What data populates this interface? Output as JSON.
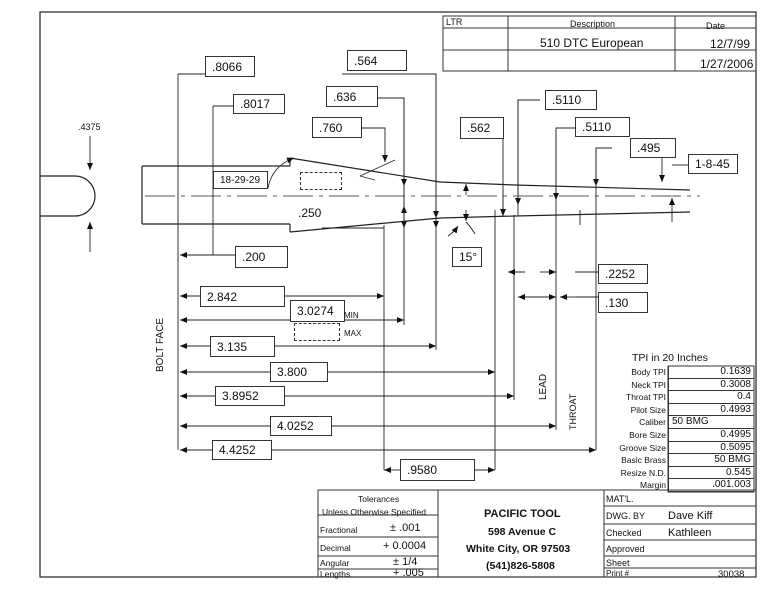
{
  "revision": {
    "headers": {
      "ltr": "LTR",
      "description": "Description",
      "date": "Date"
    },
    "rows": [
      {
        "description": "510 DTC European",
        "date": "12/7/99"
      },
      {
        "description": "",
        "date": "1/27/2006"
      }
    ]
  },
  "dimensions": {
    "d8066": ".8066",
    "d564": ".564",
    "d8017": ".8017",
    "d636": ".636",
    "d5110a": ".5110",
    "d760": ".760",
    "d562": ".562",
    "d5110b": ".5110",
    "d4375": ".4375",
    "d495": ".495",
    "d1845": "1-8-45",
    "d182929": "18-29-29",
    "d250": ".250",
    "d15deg": "15°",
    "d200": ".200",
    "d2252": ".2252",
    "d2842": "2.842",
    "d130": ".130",
    "d30274": "3.0274",
    "min": "MIN",
    "max": "MAX",
    "d3135": "3.135",
    "d3800": "3.800",
    "d38952": "3.8952",
    "d40252": "4.0252",
    "d44252": "4.4252",
    "d9580": ".9580"
  },
  "labels": {
    "bolt_face": "BOLT FACE",
    "lead": "LEAD",
    "throat": "THROAT"
  },
  "tpi": {
    "title": "TPI in 20 Inches",
    "rows": [
      {
        "label": "Body TPI",
        "value": "0.1639"
      },
      {
        "label": "Neck TPI",
        "value": "0.3008"
      },
      {
        "label": "Throat TPI",
        "value": "0.4"
      },
      {
        "label": "Pilot Size",
        "value": "0.4993"
      },
      {
        "label": "Caliber",
        "value": "50 BMG"
      },
      {
        "label": "Bore Size",
        "value": "0.4995"
      },
      {
        "label": "Groove Size",
        "value": "0.5095"
      },
      {
        "label": "Basic Brass",
        "value": "50 BMG"
      },
      {
        "label": "Resize N.D.",
        "value": "0.545"
      },
      {
        "label": "Margin",
        "value": ".001.003"
      }
    ]
  },
  "tolerances": {
    "title": "Tolerances",
    "subtitle": "Unless Otherwise Specified",
    "rows": [
      {
        "label": "Fractional",
        "value": "± .001"
      },
      {
        "label": "Decimal",
        "value": "+ 0.0004"
      },
      {
        "label": "Angular",
        "value": "± 1/4"
      },
      {
        "label": "Lengths",
        "value": "+ .005"
      }
    ]
  },
  "company": {
    "name": "PACIFIC TOOL",
    "street": "598 Avenue C",
    "city": "White City, OR 97503",
    "phone": "(541)826-5808"
  },
  "title_block": {
    "mat_label": "MAT'L.",
    "dwg_by_label": "DWG. BY",
    "dwg_by": "Dave Kiff",
    "checked_label": "Checked",
    "checked": "Kathleen",
    "approved_label": "Approved",
    "sheet_label": "Sheet",
    "print_label": "Print #",
    "print_no": "30038"
  }
}
